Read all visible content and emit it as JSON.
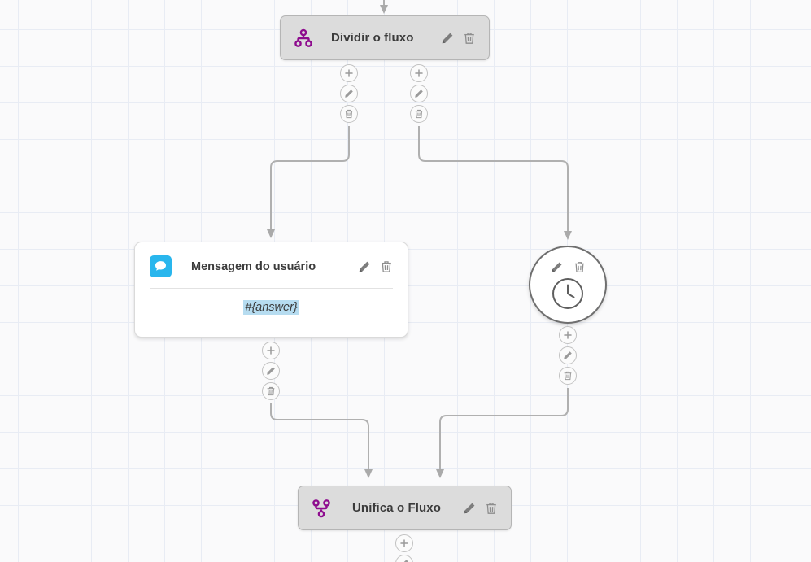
{
  "canvas": {
    "background": "#fafafb",
    "grid_color": "#e8ecf4",
    "grid_size": 45
  },
  "nodes": {
    "split": {
      "title": "Dividir o fluxo",
      "icon": "split-branch-icon",
      "icon_color": "#8e0c8e",
      "type": "gray-box",
      "edit_label": "✎",
      "delete_label": "🗑"
    },
    "message": {
      "title": "Mensagem do usuário",
      "icon": "chat-bubble-icon",
      "icon_color": "#29b6ed",
      "type": "white-card",
      "variable": "#{answer}",
      "variable_highlight": "#b6dcf0"
    },
    "timer": {
      "title": "",
      "icon": "clock-icon",
      "icon_color": "#5a5a5a",
      "type": "circle"
    },
    "merge": {
      "title": "Unifica o Fluxo",
      "icon": "merge-branch-icon",
      "icon_color": "#8e0c8e",
      "type": "gray-box"
    }
  },
  "connector_buttons": {
    "add_label": "add",
    "edit_label": "edit",
    "delete_label": "delete"
  }
}
